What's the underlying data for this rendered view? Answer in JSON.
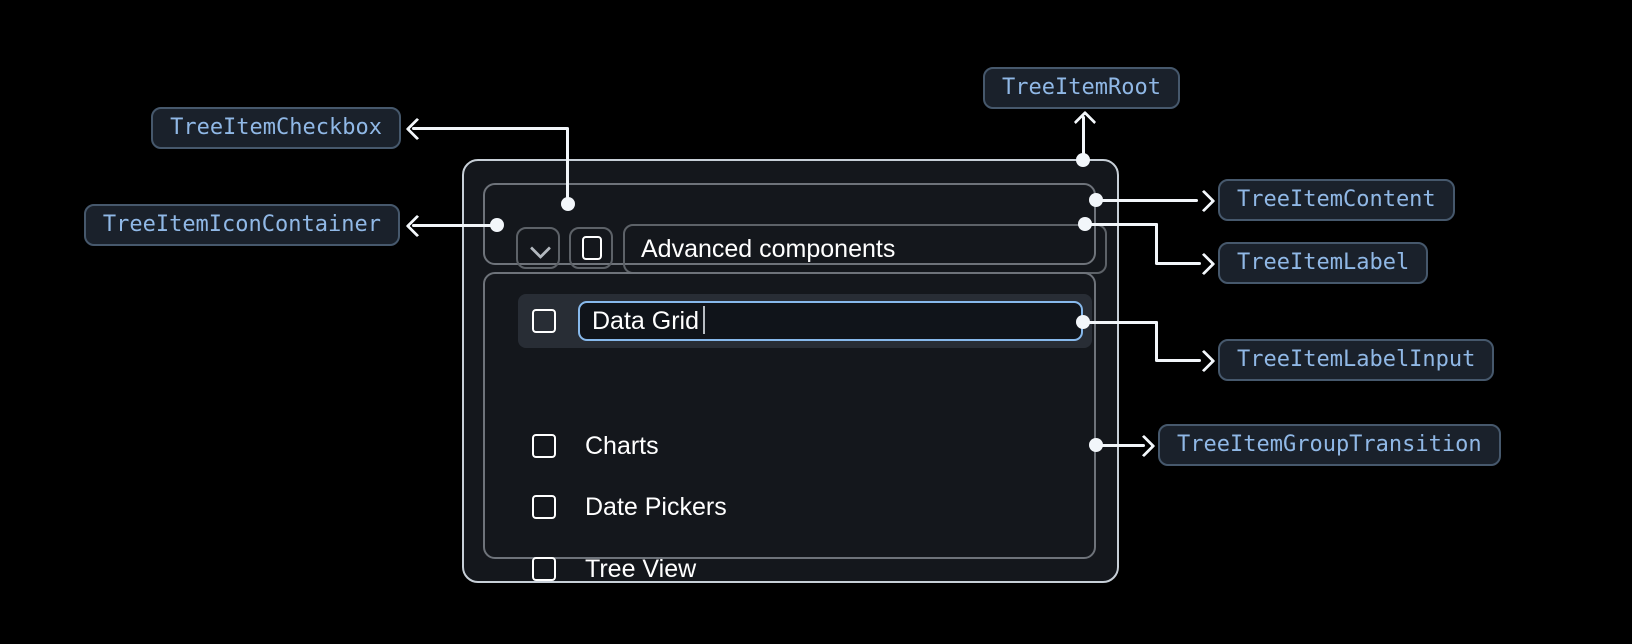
{
  "badges": {
    "root": "TreeItemRoot",
    "checkbox": "TreeItemCheckbox",
    "icon_container": "TreeItemIconContainer",
    "content": "TreeItemContent",
    "label": "TreeItemLabel",
    "label_input": "TreeItemLabelInput",
    "group_transition": "TreeItemGroupTransition"
  },
  "tree": {
    "parent": {
      "label": "Advanced components",
      "expanded": true,
      "checked": false
    },
    "children": [
      {
        "label": "Data Grid",
        "editing": true,
        "checked": false
      },
      {
        "label": "Charts",
        "checked": false
      },
      {
        "label": "Date Pickers",
        "checked": false
      },
      {
        "label": "Tree View",
        "checked": false
      }
    ]
  },
  "icons": {
    "expand": "chevron-down-icon",
    "checkbox_unchecked": "checkbox-unchecked-icon",
    "caret": "text-caret-icon"
  },
  "colors": {
    "page_background": "#000000",
    "card_background": "#14171c",
    "card_border": "#c7cfd7",
    "inner_border": "#6e737a",
    "control_border": "#5d6268",
    "highlight_row_background": "#282d35",
    "input_focus_border": "#87b9ec",
    "badge_background": "#1a212b",
    "badge_border": "#46586c",
    "badge_text": "#90b8e6",
    "connector": "#f2f6fa",
    "text": "#ffffff"
  }
}
